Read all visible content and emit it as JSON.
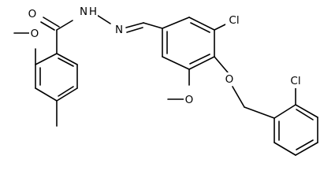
{
  "diagram": {
    "type": "chemical-structure",
    "atom_labels": {
      "carbonyl_o": "O",
      "amide_nh": "N",
      "amide_h": "H",
      "imine_n": "N",
      "chloro_ring1": "Cl",
      "methoxy_o_left": "O",
      "ether_o": "O",
      "methoxy_o_right": "O",
      "chloro_ring3": "Cl"
    },
    "colors": {
      "bonds": "#000000",
      "labels": "#000000",
      "background": "#ffffff"
    }
  }
}
